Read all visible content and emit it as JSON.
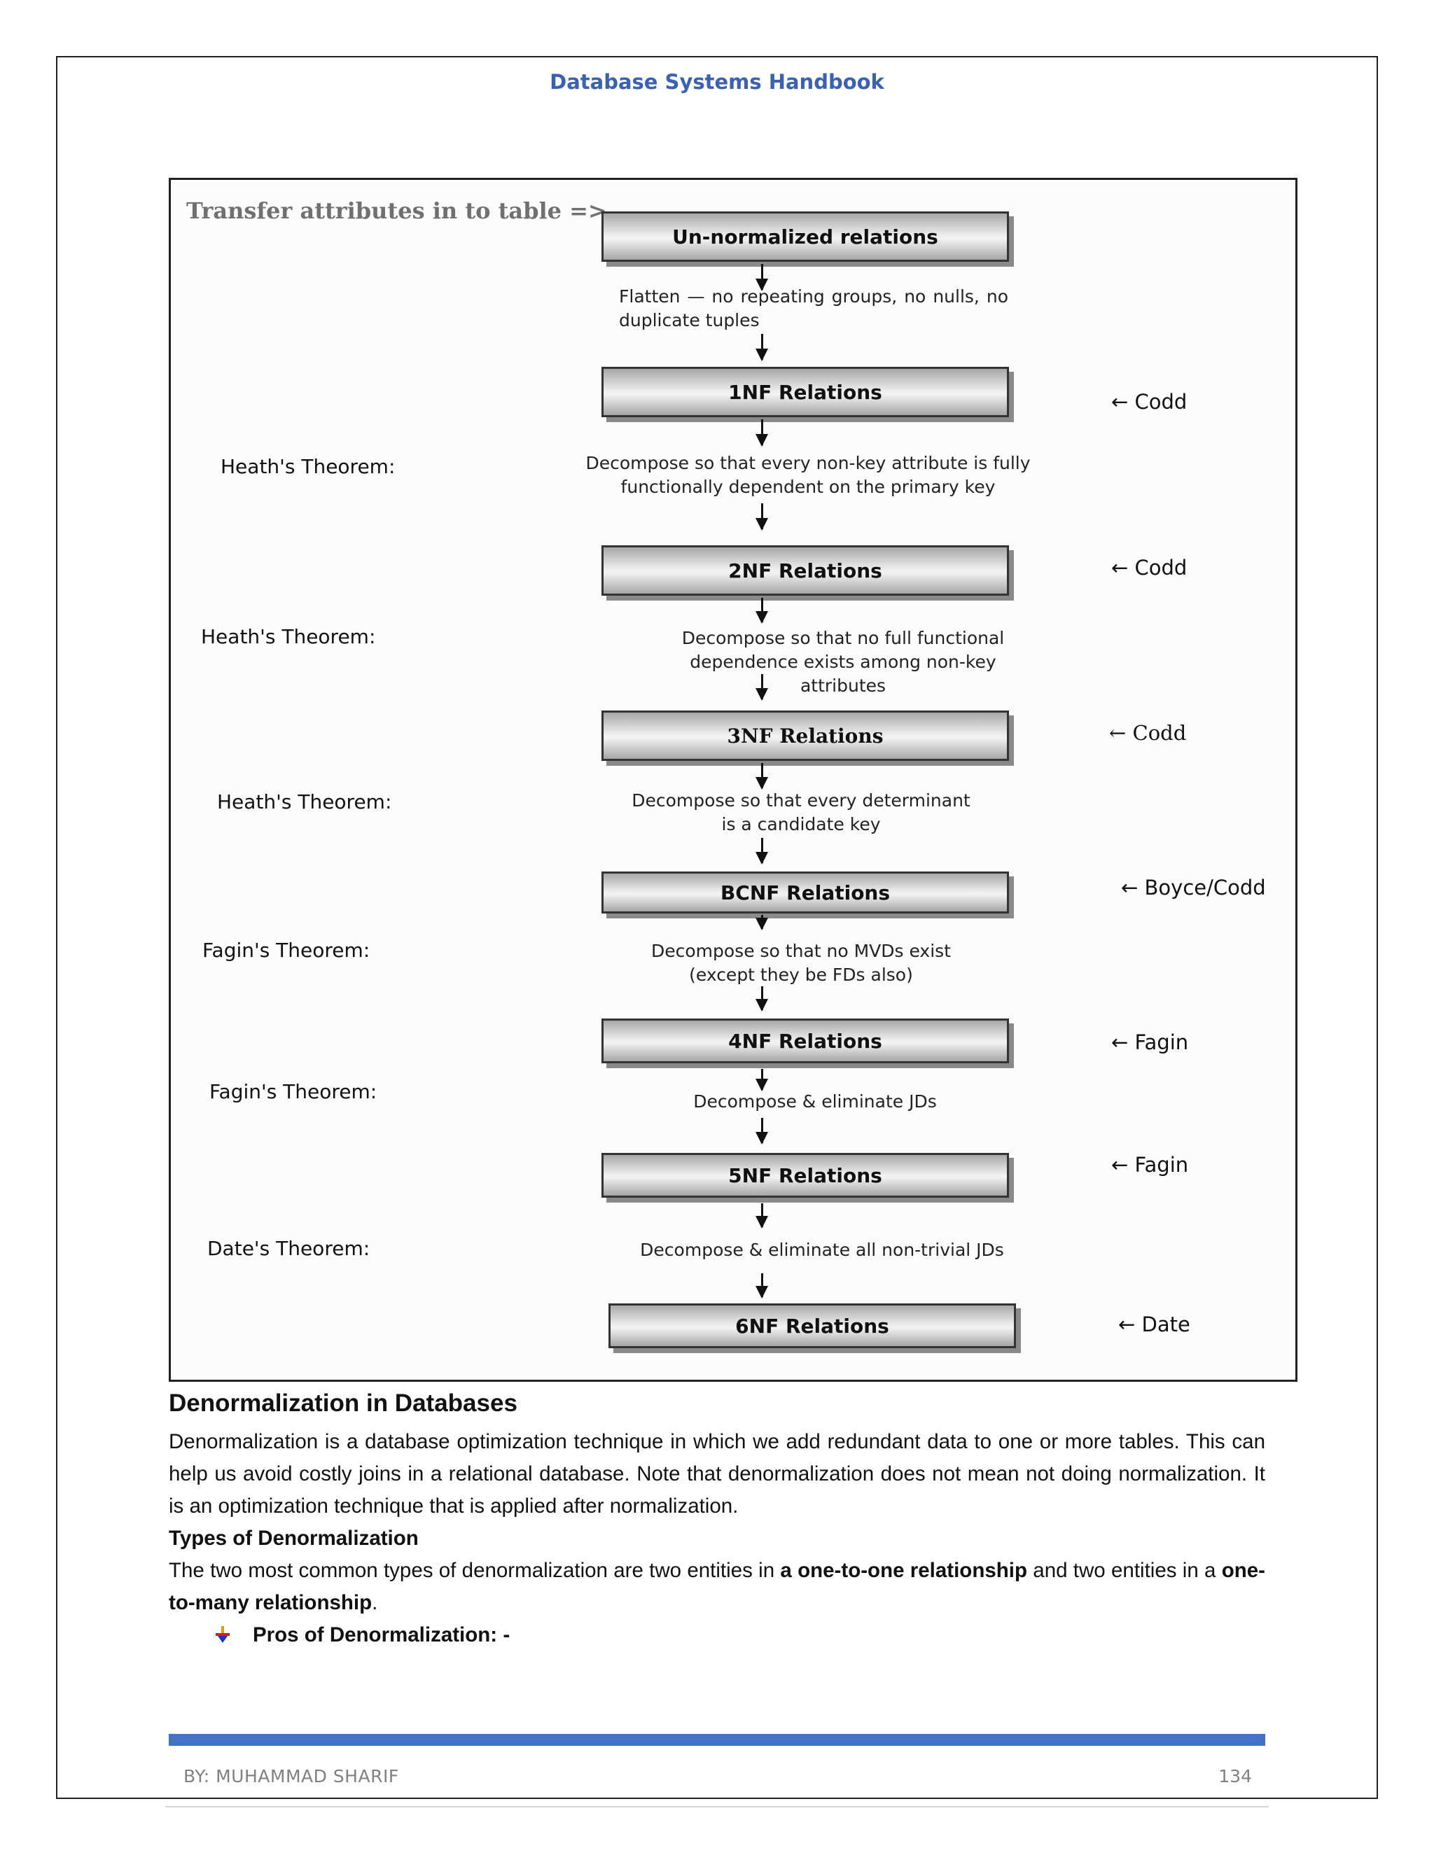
{
  "header": {
    "title": "Database Systems Handbook"
  },
  "figure": {
    "heading": "Transfer attributes in to table =>",
    "boxes": [
      "Un-normalized relations",
      "1NF Relations",
      "2NF Relations",
      "3NF Relations",
      "BCNF Relations",
      "4NF Relations",
      "5NF Relations",
      "6NF Relations"
    ],
    "steps": [
      "Flatten — no repeating groups, no nulls, no duplicate tuples",
      "Decompose so that every non-key attribute is fully functionally dependent on the primary key",
      "Decompose so that no full functional dependence exists among non-key attributes",
      "Decompose so that every determinant is a candidate key",
      "Decompose so that no MVDs exist (except they be FDs also)",
      "Decompose & eliminate JDs",
      "Decompose & eliminate all non-trivial JDs"
    ],
    "theorems": [
      "Heath's Theorem:",
      "Heath's Theorem:",
      "Heath's Theorem:",
      "Fagin's Theorem:",
      "Fagin's Theorem:",
      "Date's Theorem:"
    ],
    "authors": [
      "← Codd",
      "← Codd",
      "← Codd",
      "← Boyce/Codd",
      "← Fagin",
      "← Fagin",
      "← Date"
    ]
  },
  "section": {
    "heading": "Denormalization in Databases",
    "paragraph": "Denormalization is a database optimization technique in which we add redundant data to one or more tables. This can help us avoid costly joins in a relational database. Note that denormalization does not mean not doing normalization. It is an optimization technique that is applied after normalization.",
    "subheading": "Types of Denormalization",
    "types_text_1": "The two most common types of denormalization are two entities in ",
    "types_bold_1": "a one-to-one relationship",
    "types_text_2": " and two entities in a ",
    "types_bold_2": "one-to-many relationship",
    "types_text_3": ".",
    "bullet": "Pros of Denormalization: -"
  },
  "footer": {
    "author": "BY: MUHAMMAD SHARIF",
    "page_number": "134"
  },
  "colors": {
    "header_blue": "#3a62b0",
    "footer_bar": "#4472c4",
    "footer_text": "#808080"
  }
}
